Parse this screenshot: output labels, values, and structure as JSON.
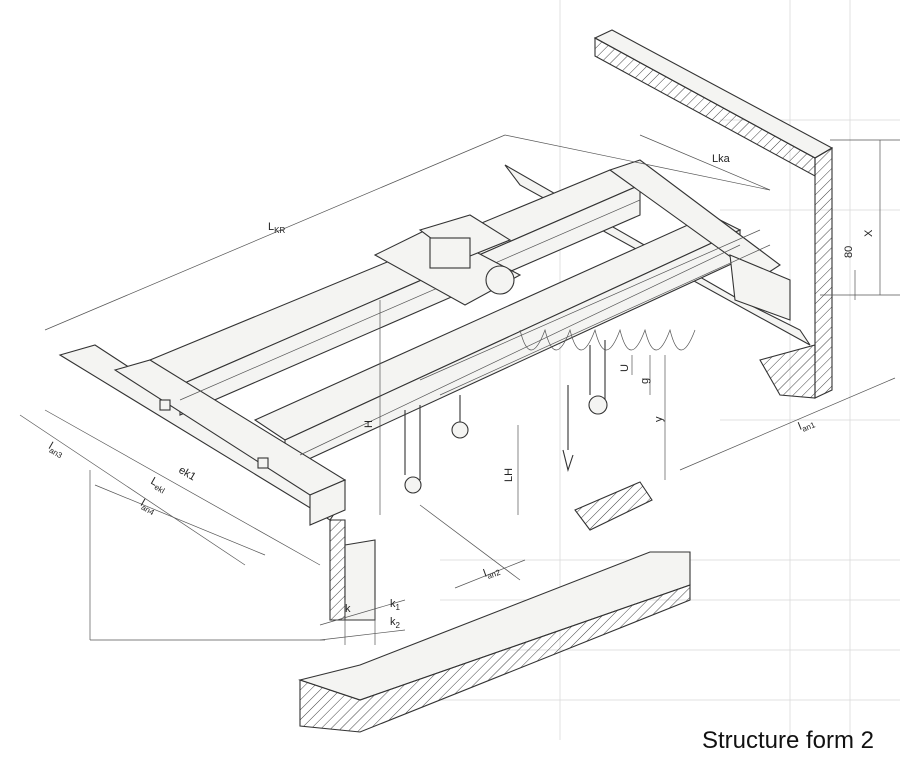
{
  "caption": "Structure form 2",
  "dimension_labels": {
    "l_kr": "L",
    "l_kr_sub": "KR",
    "lka": "Lka",
    "x": "X",
    "d80": "80",
    "u": "U",
    "g": "g",
    "y": "y",
    "h": "H",
    "lh": "LH",
    "l_an1": "l",
    "l_an1_sub": "an1",
    "l_an2": "l",
    "l_an2_sub": "an2",
    "l_an3": "l",
    "l_an3_sub": "an3",
    "l_an4": "l",
    "l_an4_sub": "an4",
    "ek1": "ek1",
    "l_ekl": "L",
    "l_ekl_sub": "ekl",
    "k": "k",
    "k1": "k",
    "k1_sub": "1",
    "k2": "k",
    "k2_sub": "2"
  }
}
